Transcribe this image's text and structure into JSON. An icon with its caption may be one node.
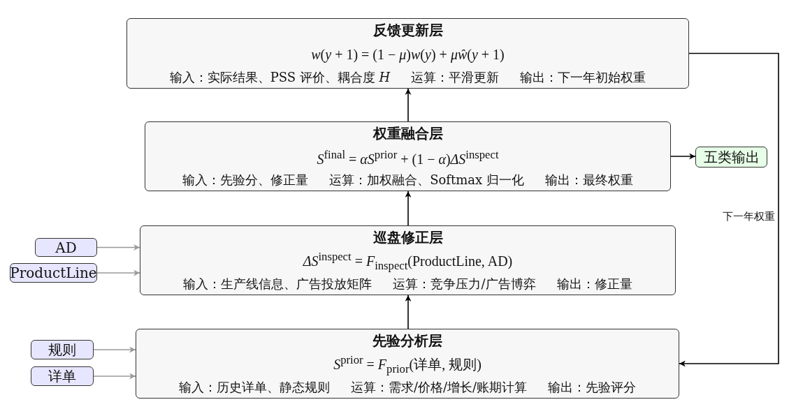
{
  "diagram": {
    "nodes": [
      {
        "text": [
          "反馈更新层",
          "*w*(*y* + 1) = (1 − *μ*)*w*(*y*) + *μŵ*(*y* + 1)",
          "输入：实际结果、PSS 评价、耦合度 *H*",
          "运算：平滑更新",
          "输出：下一年初始权重"
        ]
      },
      {
        "text": [
          "权重融合层",
          "*S*$^{final}$ = *αS*$^{prior}$ + (1 − *α*)*ΔS*$^{inspect}$",
          "输入：先验分、修正量",
          "运算：加权融合、Softmax 归一化",
          "输出：最终权重"
        ]
      },
      {
        "text": [
          "五类输出"
        ]
      },
      {
        "text": [
          "AD"
        ]
      },
      {
        "text": [
          "ProductLine"
        ]
      },
      {
        "text": [
          "巡盘修正层",
          "*ΔS*$^{inspect}$ = *F*$_{inspect}$(ProductLine, AD)",
          "输入：生产线信息、广告投放矩阵",
          "运算：竞争压力/广告博弈",
          "输出：修正量"
        ]
      },
      {
        "text": [
          "规则"
        ]
      },
      {
        "text": [
          "详单"
        ]
      },
      {
        "text": [
          "先验分析层",
          "*S*$^{prior}$ = *F*$_{prior}$(详单, 规则)",
          "输入：历史详单、静态规则",
          "运算：需求/价格/增长/账期计算",
          "输出：先验评分"
        ]
      }
    ],
    "edges": [
      {
        "from": 8,
        "to": 5,
        "arrow": "to"
      },
      {
        "from": 5,
        "to": 1,
        "arrow": "to"
      },
      {
        "from": 1,
        "to": 0,
        "arrow": "to"
      },
      {
        "from": 1,
        "to": 2,
        "arrow": "to"
      },
      {
        "from": 0,
        "to": 8,
        "arrow": "to",
        "label": "下一年权重"
      },
      {
        "from": 3,
        "to": 5,
        "arrow": "to",
        "color": "#999999"
      },
      {
        "from": 4,
        "to": 5,
        "arrow": "to",
        "color": "#999999"
      },
      {
        "from": 6,
        "to": 8,
        "arrow": "to",
        "color": "#999999"
      },
      {
        "from": 7,
        "to": 8,
        "arrow": "to",
        "color": "#999999"
      }
    ]
  }
}
